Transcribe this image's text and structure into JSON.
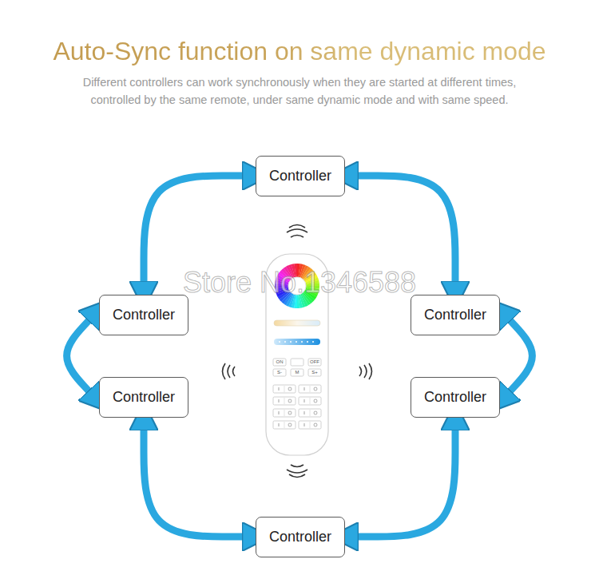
{
  "diagram": {
    "title": "Auto-Sync function on same dynamic mode",
    "nodes": [
      {
        "text": [
          "Controller"
        ]
      },
      {
        "text": [
          "Controller"
        ]
      },
      {
        "text": [
          "Controller"
        ]
      },
      {
        "text": [
          "Controller"
        ]
      },
      {
        "text": [
          "Controller"
        ]
      },
      {
        "text": [
          "Controller"
        ]
      }
    ],
    "edges": [
      {
        "from": 0,
        "to": 1,
        "arrow": "both"
      },
      {
        "from": 0,
        "to": 2,
        "arrow": "both"
      },
      {
        "from": 1,
        "to": 3,
        "arrow": "both"
      },
      {
        "from": 2,
        "to": 4,
        "arrow": "both"
      },
      {
        "from": 3,
        "to": 5,
        "arrow": "both"
      },
      {
        "from": 4,
        "to": 5,
        "arrow": "both"
      }
    ],
    "labels": [
      "Different controllers can work synchronously when they are started at different times, controlled by the same remote, under same dynamic mode and with same speed.",
      "Store No.1346588",
      "ON",
      "OFF",
      "S-",
      "M",
      "S+"
    ]
  }
}
